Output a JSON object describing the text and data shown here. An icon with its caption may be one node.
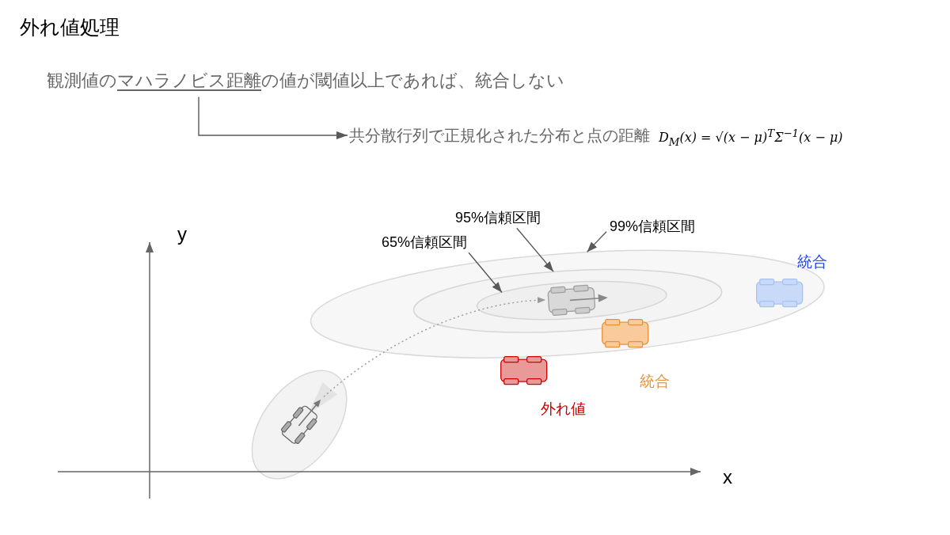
{
  "diagram": {
    "title": "外れ値処理",
    "nodes": [
      {
        "text": [
          "観測値のマハラノビス距離の値が閾値以上であれば、統合しない"
        ]
      },
      {
        "text": [
          "共分散行列で正規化された分布と点の距離"
        ]
      },
      {
        "text": [
          "95%信頼区間"
        ]
      },
      {
        "text": [
          "99%信頼区間"
        ]
      },
      {
        "text": [
          "65%信頼区間"
        ]
      },
      {
        "text": [],
        "shape": "ellipse"
      },
      {
        "text": [],
        "shape": "ellipse",
        "in": 5
      },
      {
        "text": [],
        "shape": "ellipse",
        "in": 6
      },
      {
        "text": [],
        "shape": "car",
        "in": 7
      },
      {
        "text": [],
        "shape": "car",
        "in": 5,
        "beside": [
          "統合"
        ]
      },
      {
        "text": [],
        "shape": "car",
        "in": 5,
        "beside": [
          "統合"
        ]
      },
      {
        "text": [],
        "shape": "car",
        "beside": [
          "外れ値"
        ]
      },
      {
        "text": [],
        "shape": "ellipse"
      },
      {
        "text": [],
        "shape": "car",
        "in": 12
      }
    ],
    "edges": [
      {
        "from": 0,
        "to": 1,
        "arrow": "to"
      },
      {
        "from": 2,
        "to": 6,
        "arrow": "to"
      },
      {
        "from": 3,
        "to": 5,
        "arrow": "to"
      },
      {
        "from": 4,
        "to": 7,
        "arrow": "to"
      },
      {
        "from": 13,
        "to": 8,
        "arrow": "to",
        "style": "dashed",
        "color": "#999999"
      }
    ],
    "labels": [
      "D$_{M}$(x) = √(x − μ)$^{T}$Σ$^{−1}$(x − μ)",
      "y",
      "x"
    ]
  }
}
